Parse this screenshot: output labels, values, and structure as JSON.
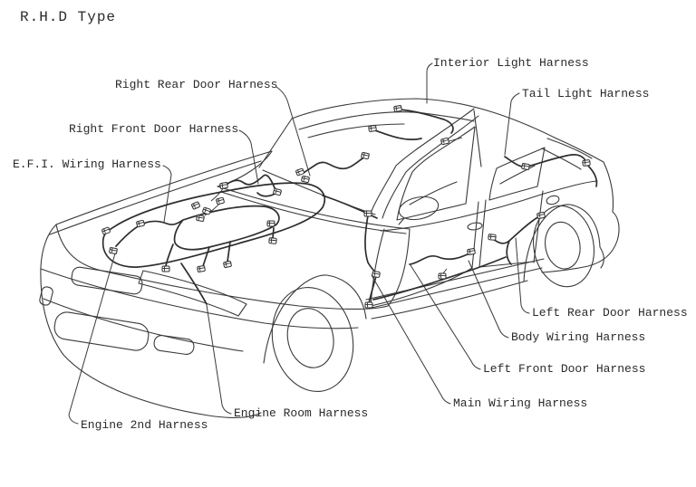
{
  "title": "R.H.D Type",
  "diagram_type": "vehicle wiring harness location diagram",
  "vehicle_view": "sedan, front-left three-quarter line drawing",
  "labels": {
    "interior_light": "Interior Light Harness",
    "tail_light": "Tail Light Harness",
    "right_rear_door": "Right Rear Door Harness",
    "right_front_door": "Right Front Door Harness",
    "efi_wiring": "E.F.I. Wiring Harness",
    "left_rear_door": "Left Rear Door Harness",
    "body_wiring": "Body Wiring Harness",
    "left_front_door": "Left Front Door Harness",
    "main_wiring": "Main Wiring Harness",
    "engine_room": "Engine Room Harness",
    "engine_2nd": "Engine 2nd Harness"
  },
  "colors": {
    "line": "#3a3a3a",
    "wire": "#2e2e2e",
    "text": "#2a2a2a",
    "background": "#ffffff"
  }
}
